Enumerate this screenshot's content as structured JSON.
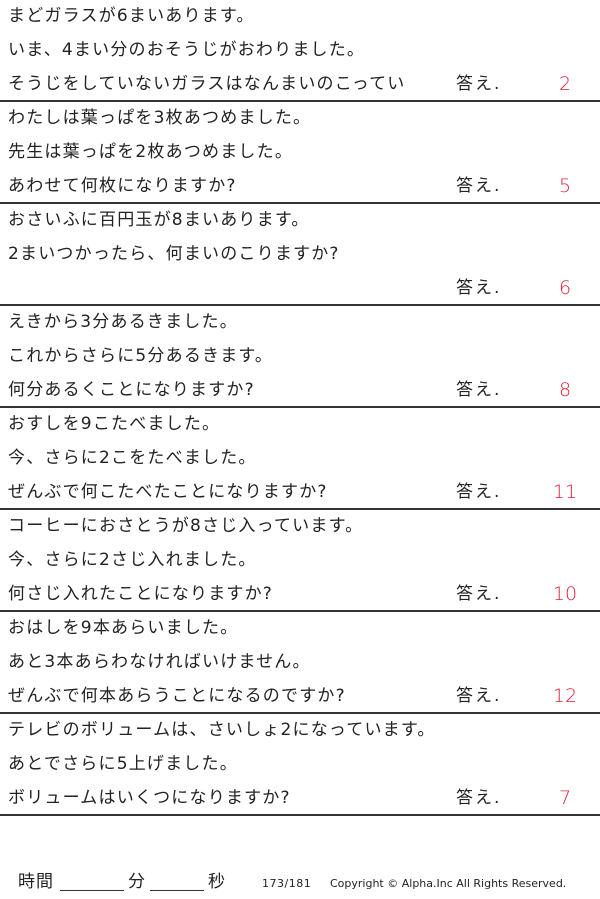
{
  "answer_label": "答え.",
  "answer_color": "#e0203a",
  "problems": [
    {
      "lines": [
        "まどガラスが6まいあります。",
        "いま、4まい分のおそうじがおわりました。",
        "そうじをしていないガラスはなんまいのこってい"
      ],
      "answer": "2"
    },
    {
      "lines": [
        "わたしは葉っぱを3枚あつめました。",
        "先生は葉っぱを2枚あつめました。",
        "あわせて何枚になりますか?"
      ],
      "answer": "5"
    },
    {
      "lines": [
        "おさいふに百円玉が8まいあります。",
        "2まいつかったら、何まいのこりますか?",
        ""
      ],
      "answer": "6"
    },
    {
      "lines": [
        "えきから3分あるきました。",
        "これからさらに5分あるきます。",
        "何分あるくことになりますか?"
      ],
      "answer": "8"
    },
    {
      "lines": [
        "おすしを9こたべました。",
        "今、さらに2こをたべました。",
        "ぜんぶで何こたべたことになりますか?"
      ],
      "answer": "11"
    },
    {
      "lines": [
        "コーヒーにおさとうが8さじ入っています。",
        "今、さらに2さじ入れました。",
        "何さじ入れたことになりますか?"
      ],
      "answer": "10"
    },
    {
      "lines": [
        "おはしを9本あらいました。",
        "あと3本あらわなければいけません。",
        "ぜんぶで何本あらうことになるのですか?"
      ],
      "answer": "12"
    },
    {
      "lines": [
        "テレビのボリュームは、さいしょ2になっています。",
        "あとでさらに5上げました。",
        "ボリュームはいくつになりますか?"
      ],
      "answer": "7"
    }
  ],
  "footer": {
    "time_label": "時間",
    "minutes_unit": "分",
    "seconds_unit": "秒",
    "page": "173/181",
    "copyright": "Copyright © Alpha.Inc All Rights Reserved."
  }
}
